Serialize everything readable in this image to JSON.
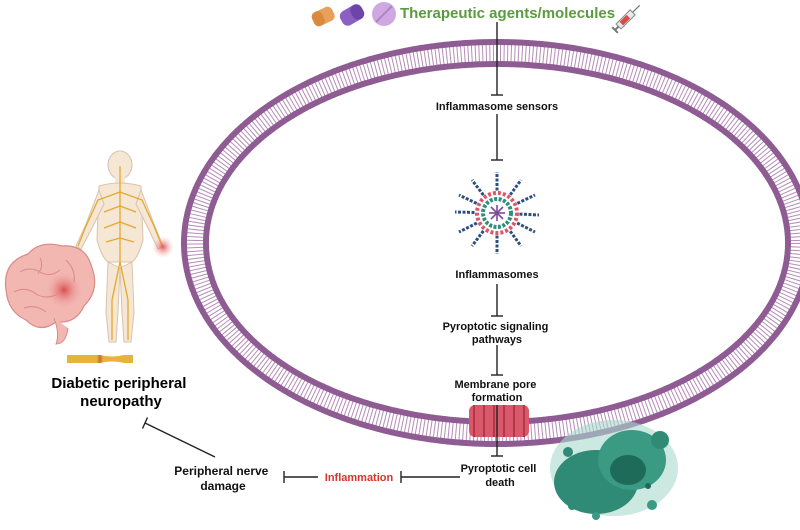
{
  "title": "Therapeutic agents/molecules",
  "nodes": {
    "sensors": "Inflammasome sensors",
    "inflammasomes": "Inflammasomes",
    "pyroptotic_signaling": [
      "Pyroptotic signaling",
      "pathways"
    ],
    "pore": [
      "Membrane pore",
      "formation"
    ],
    "cell_death": [
      "Pyroptotic cell",
      "death"
    ],
    "inflammation": "Inflammation",
    "nerve_damage": [
      "Peripheral nerve",
      "damage"
    ],
    "dpn": [
      "Diabetic peripheral",
      "neuropathy"
    ]
  },
  "colors": {
    "title": "#5b9a3e",
    "inflammation": "#d8342b",
    "membrane": "#9b6b9e",
    "arrow": "#222222",
    "pore": "#d9596b",
    "cell": "#3c9a86",
    "nerve": "#e2b436"
  },
  "icons": [
    "pill-capsule-icon",
    "capsule-icon",
    "tablet-icon",
    "syringe-icon",
    "inflammasome-icon",
    "human-body-icon",
    "brain-icon",
    "nerve-icon",
    "dying-cell-icon"
  ]
}
